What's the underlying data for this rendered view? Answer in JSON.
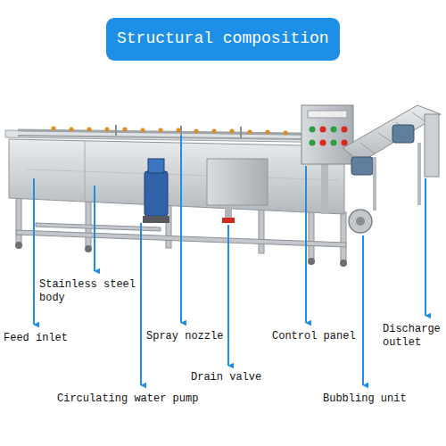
{
  "diagram": {
    "title": "Structural composition",
    "labels": [
      "Stainless steel body",
      "Feed inlet",
      "Spray nozzle",
      "Control panel",
      "Discharge outlet",
      "Drain valve",
      "Circulating water pump",
      "Bubbling unit"
    ]
  }
}
